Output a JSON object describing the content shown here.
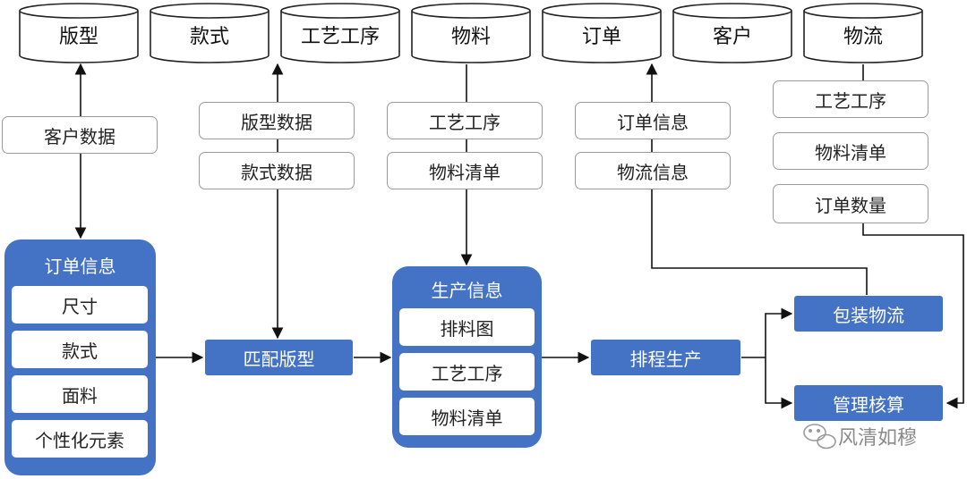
{
  "databases": [
    "版型",
    "款式",
    "工艺工序",
    "物料",
    "订单",
    "客户",
    "物流"
  ],
  "data_boxes": {
    "customer": [
      "客户数据"
    ],
    "pattern_style": [
      "版型数据",
      "款式数据"
    ],
    "process_material": [
      "工艺工序",
      "物料清单"
    ],
    "order_logistics": [
      "订单信息",
      "物流信息"
    ],
    "logistics_inputs": [
      "工艺工序",
      "物料清单",
      "订单数量"
    ]
  },
  "order_panel": {
    "title": "订单信息",
    "items": [
      "尺寸",
      "款式",
      "面料",
      "个性化元素"
    ]
  },
  "match_button": "匹配版型",
  "production_panel": {
    "title": "生产信息",
    "items": [
      "排料图",
      "工艺工序",
      "物料清单"
    ]
  },
  "schedule_button": "排程生产",
  "packaging_button": "包装物流",
  "accounting_button": "管理核算",
  "watermark": "风清如穆",
  "colors": {
    "accent": "#4472c4",
    "connector": "#111111",
    "box_border": "#9a9a9a"
  }
}
